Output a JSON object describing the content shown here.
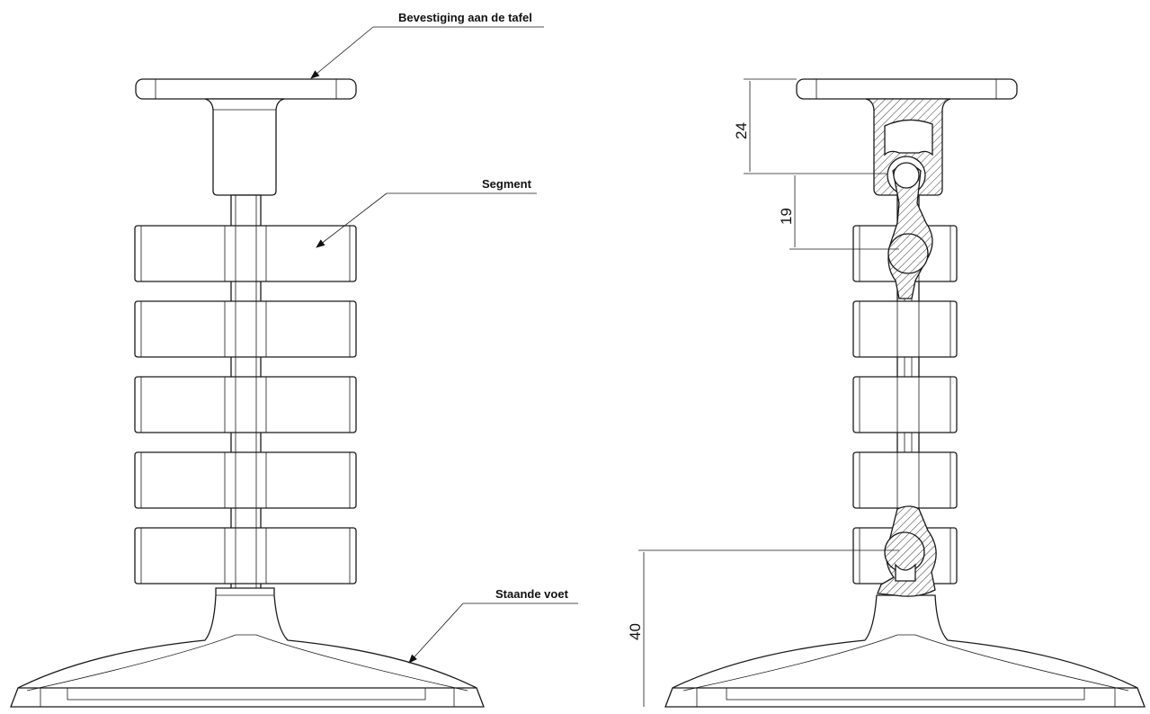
{
  "callouts": {
    "table_mount": "Bevestiging aan de tafel",
    "segment": "Segment",
    "standing_foot": "Staande voet"
  },
  "dimensions": {
    "mount_height": "24",
    "segment_pitch": "19",
    "foot_height": "40"
  },
  "view_details": {
    "front_view_segment_count": 5,
    "section_view_segment_count": 5
  }
}
